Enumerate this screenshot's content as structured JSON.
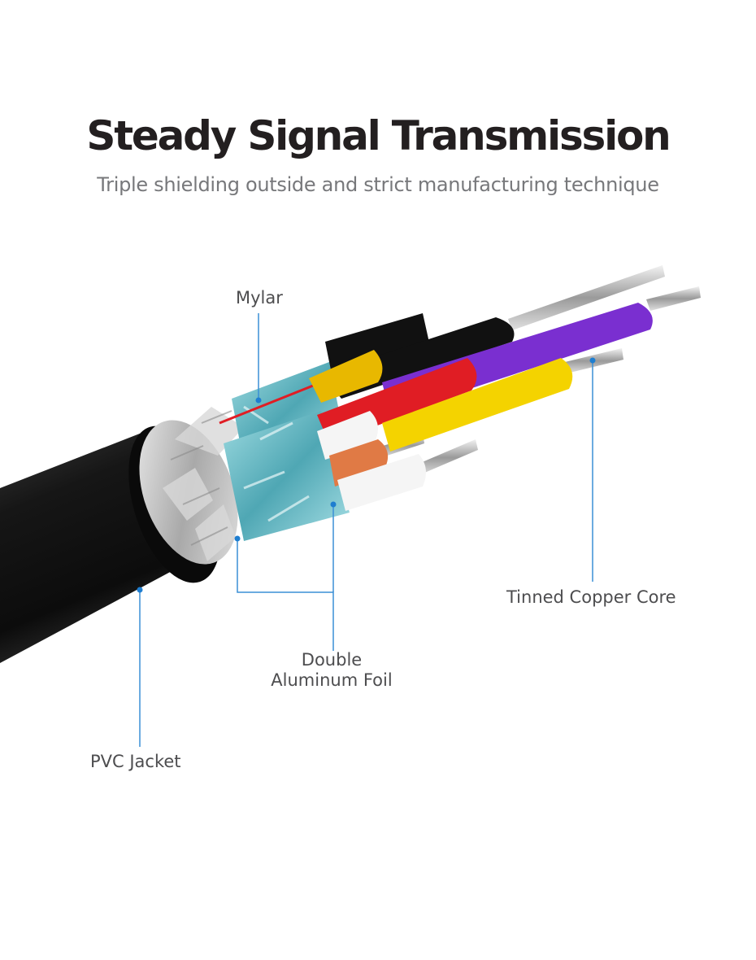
{
  "title": "Steady Signal Transmission",
  "subtitle": "Triple shielding outside and strict manufacturing technique",
  "callouts": {
    "mylar": "Mylar",
    "copper_core": "Tinned Copper Core",
    "foil_line1": "Double",
    "foil_line2": "Aluminum Foil",
    "jacket": "PVC Jacket"
  },
  "colors": {
    "accent_line": "#3a8fd6",
    "jacket": "#1a1a1a",
    "mylar": "#7cc6cf",
    "foil": "#c9c9c9",
    "wire_yellow_dark": "#e8b800",
    "wire_red": "#e01d24",
    "wire_purple": "#7a2fd0",
    "wire_yellow": "#f4d300",
    "wire_orange": "#e07a45",
    "wire_black": "#111111",
    "wire_white": "#f5f5f5"
  }
}
